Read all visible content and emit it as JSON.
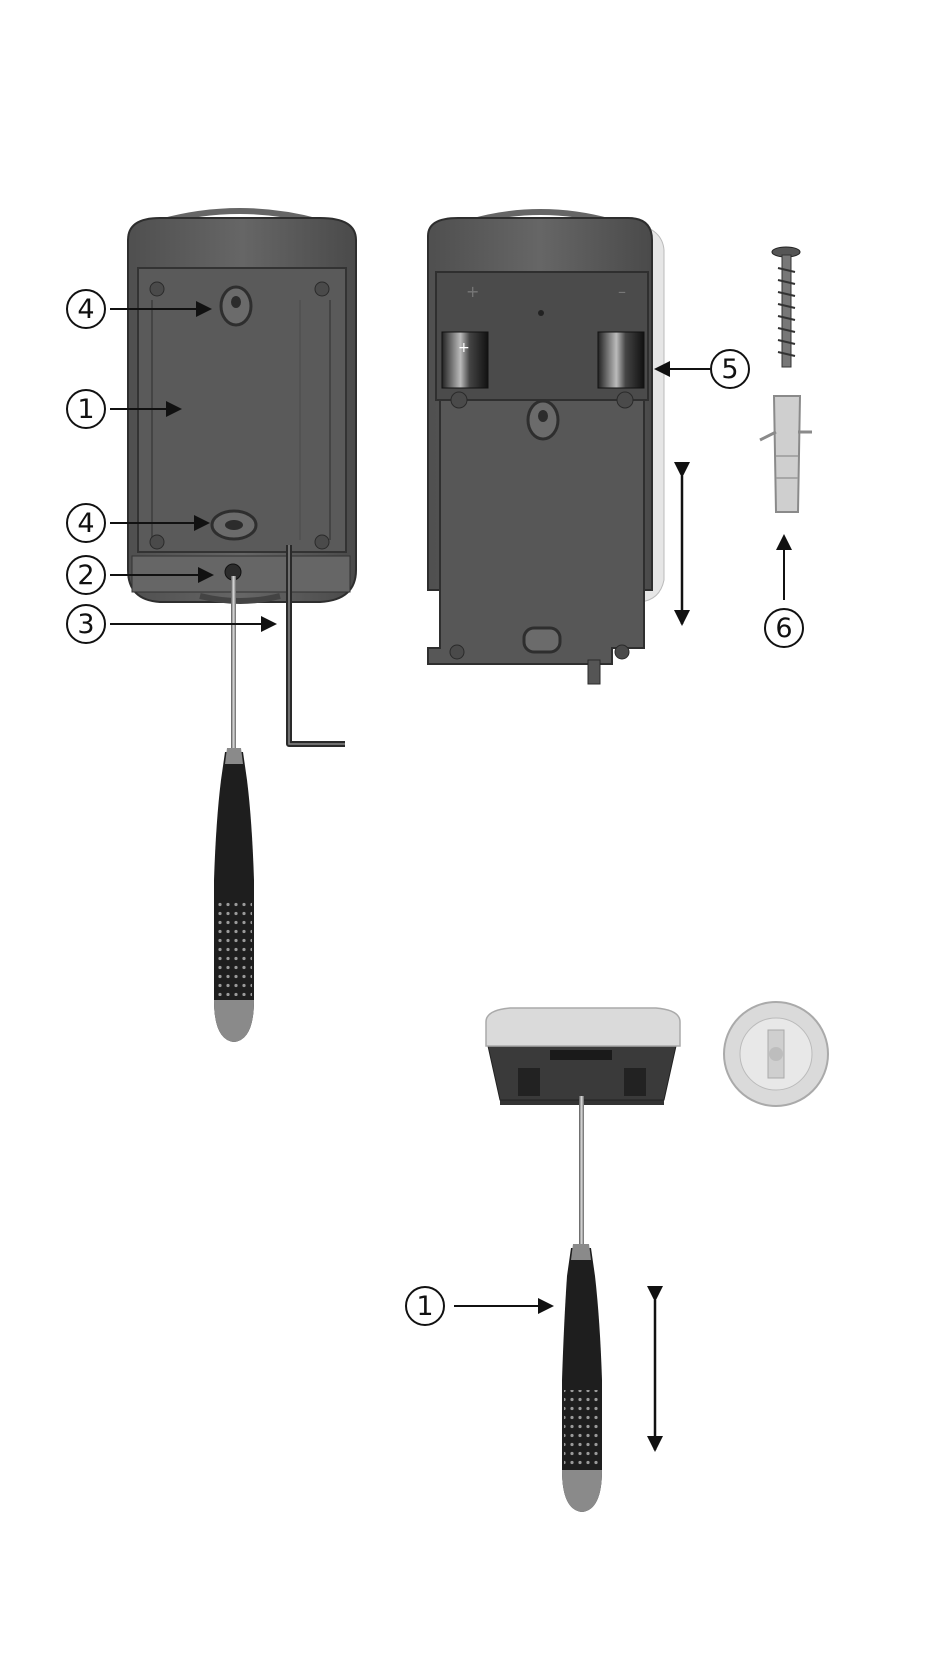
{
  "callouts": {
    "top_left_mounting_hole_upper": "4",
    "top_left_housing": "1",
    "top_left_mounting_hole_lower": "4",
    "top_left_screw": "2",
    "top_left_hex_key": "3",
    "top_right_battery": "5",
    "top_right_wall_plug": "6",
    "bottom_screwdriver": "1"
  },
  "colors": {
    "housing": "#5c5c5c",
    "housing_dark": "#3d3d3d",
    "handle_black": "#1e1e1e",
    "handle_grey": "#8a8a8a",
    "light_part": "#dadada",
    "ink": "#111111"
  }
}
